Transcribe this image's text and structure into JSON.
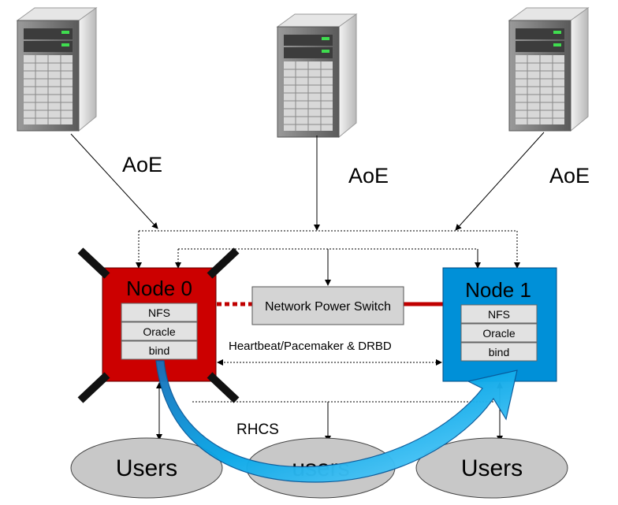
{
  "servers": [
    {
      "protocol_label": "AoE"
    },
    {
      "protocol_label": "AoE"
    },
    {
      "protocol_label": "AoE"
    }
  ],
  "node0": {
    "title": "Node 0",
    "services": [
      "NFS",
      "Oracle",
      "bind"
    ],
    "color": "#cc0000",
    "status": "failed"
  },
  "node1": {
    "title": "Node 1",
    "services": [
      "NFS",
      "Oracle",
      "bind"
    ],
    "color": "#0090d8"
  },
  "power_switch": {
    "label": "Network Power Switch"
  },
  "heartbeat_label": "Heartbeat/Pacemaker & DRBD",
  "rhcs_label": "RHCS",
  "users": [
    "Users",
    "users",
    "Users"
  ],
  "colors": {
    "failover_arrow": "#0aa8e8",
    "fence_line": "#c00000",
    "users_fill": "#c8c8c8",
    "switch_fill": "#d4d4d4"
  }
}
